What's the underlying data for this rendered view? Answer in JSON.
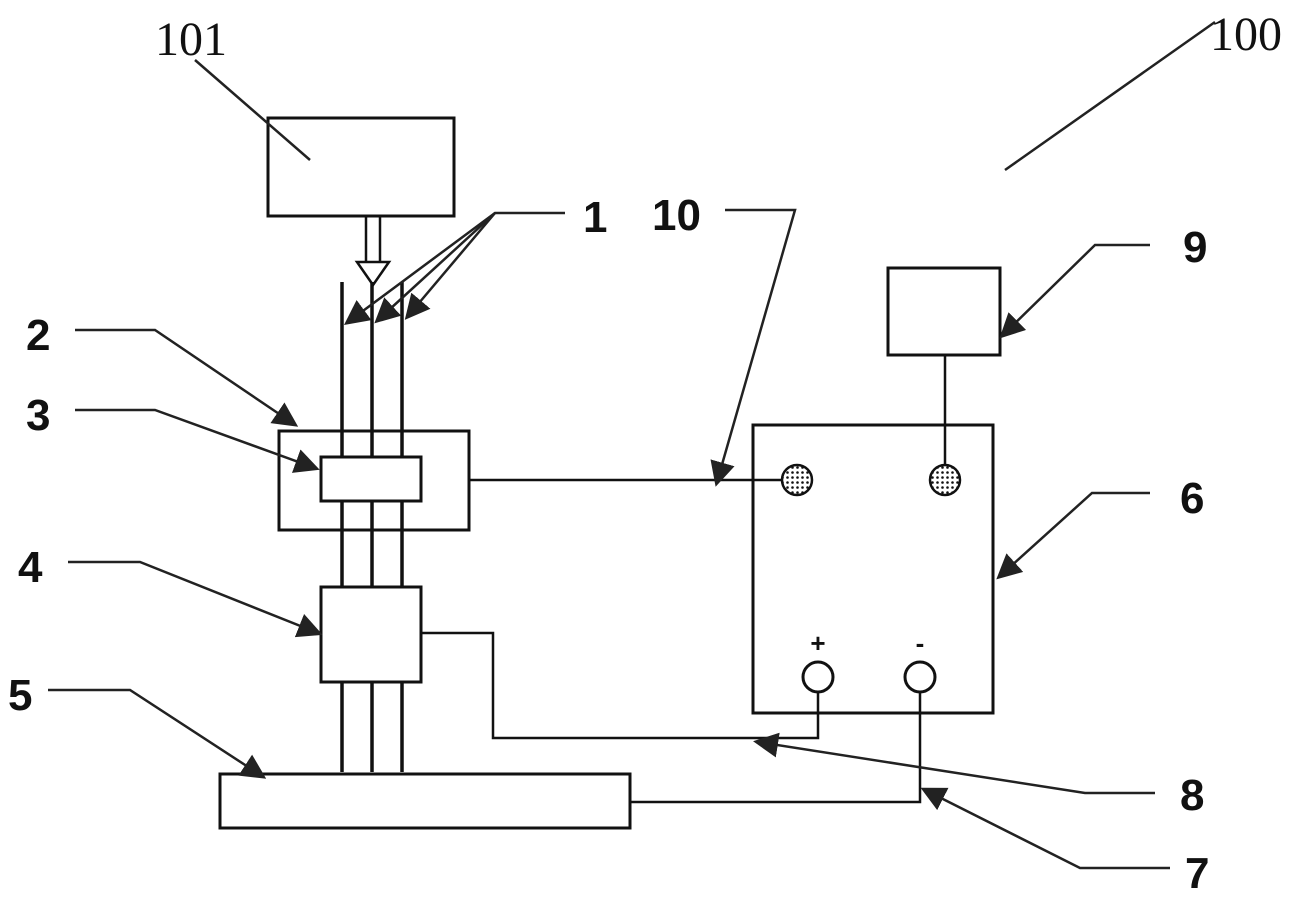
{
  "diagram": {
    "colors": {
      "line": "#111111",
      "background": "#ffffff"
    },
    "labels": {
      "l100": "100",
      "l101": "101",
      "l1": "1",
      "l10": "10",
      "l9": "9",
      "l2": "2",
      "l3": "3",
      "l4": "4",
      "l5": "5",
      "l6": "6",
      "l7": "7",
      "l8": "8"
    },
    "terminals": {
      "plus": "+",
      "minus": "-"
    }
  }
}
